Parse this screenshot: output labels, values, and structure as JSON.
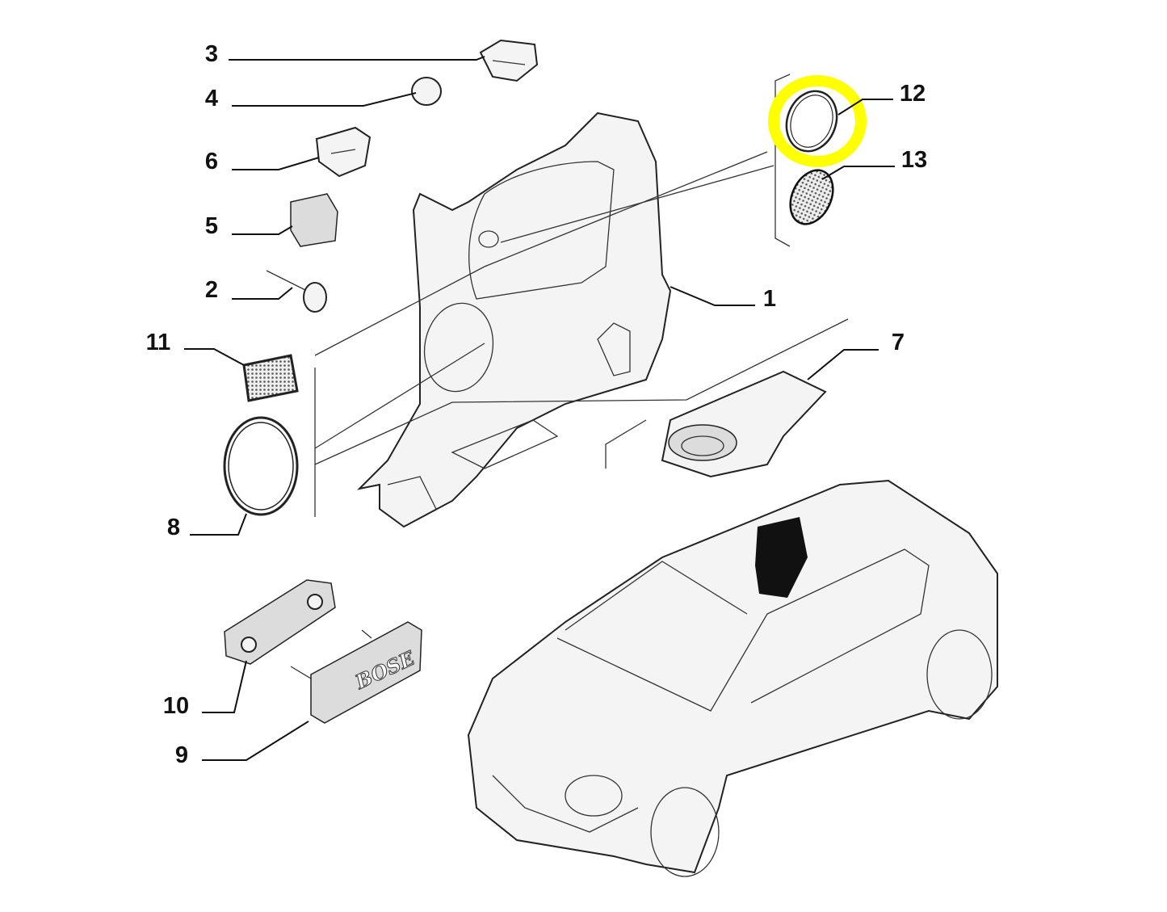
{
  "diagram": {
    "title": "Rear quarter trim panel and speaker parts",
    "callouts": [
      "1",
      "2",
      "3",
      "4",
      "5",
      "6",
      "7",
      "8",
      "9",
      "10",
      "11",
      "12",
      "13"
    ],
    "highlight_color": "#ffff00",
    "highlighted_callout": "12",
    "logo_text": "BOSE"
  }
}
